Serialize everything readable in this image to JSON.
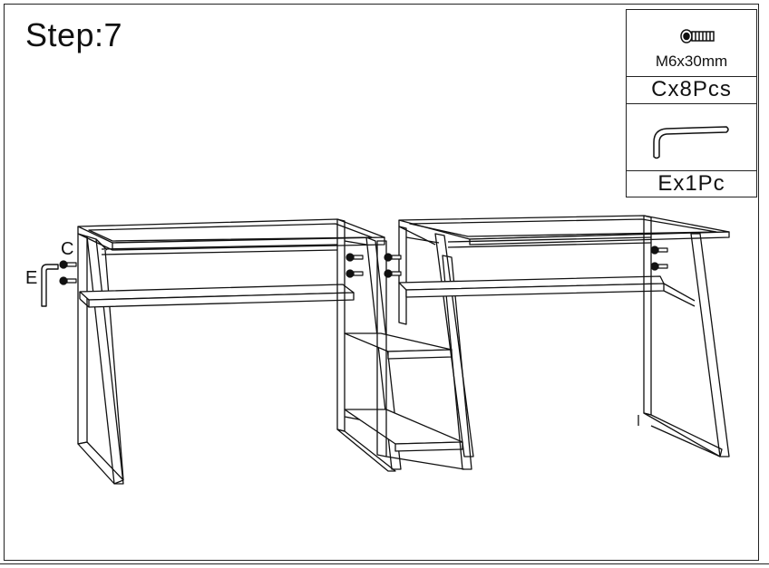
{
  "step": {
    "title": "Step:7"
  },
  "parts": [
    {
      "icon": "screw-icon",
      "spec": "M6x30mm",
      "quantity": "Cx8Pcs"
    },
    {
      "icon": "allen-key-icon",
      "spec": "",
      "quantity": "Ex1Pc"
    }
  ],
  "callouts": {
    "screw": "C",
    "key": "E"
  }
}
